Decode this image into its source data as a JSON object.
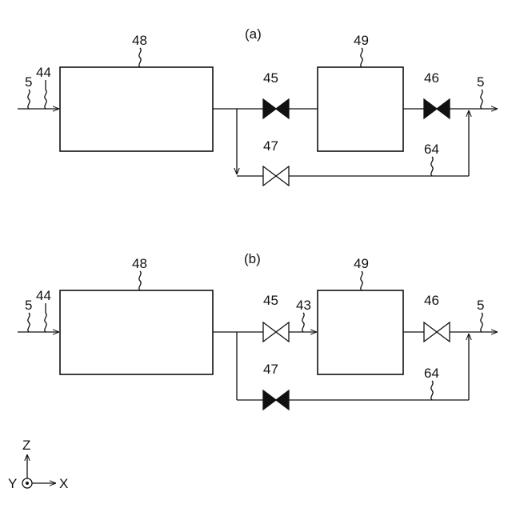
{
  "figure_a": {
    "label": "(a)",
    "unit_1": "48",
    "unit_2": "49",
    "inlet_pipe": "44",
    "fluid_in": "5",
    "fluid_out": "5",
    "valve_1": "45",
    "valve_2": "46",
    "bypass_valve": "47",
    "bypass_pipe": "64",
    "valve_1_state": "closed",
    "valve_2_state": "closed",
    "bypass_valve_state": "open"
  },
  "figure_b": {
    "label": "(b)",
    "unit_1": "48",
    "unit_2": "49",
    "inlet_pipe": "44",
    "fluid_in": "5",
    "fluid_out": "5",
    "valve_1": "45",
    "valve_2": "46",
    "bypass_valve": "47",
    "bypass_pipe": "64",
    "connecting_pipe": "43",
    "valve_1_state": "open",
    "valve_2_state": "open",
    "bypass_valve_state": "closed"
  },
  "axes": {
    "z": "Z",
    "y": "Y",
    "x": "X"
  }
}
